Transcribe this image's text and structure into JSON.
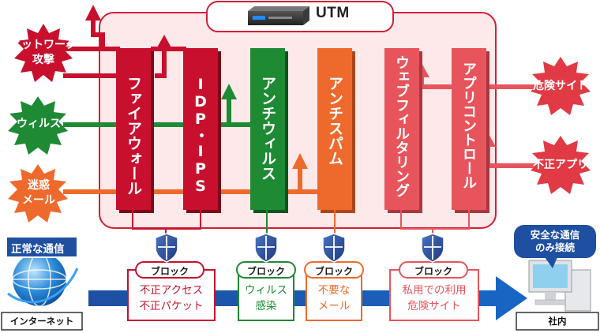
{
  "utm": {
    "title": "UTM"
  },
  "threats_left": [
    {
      "label": "ネットワーク\n攻撃",
      "color": "#c8102e"
    },
    {
      "label": "ウィルス",
      "color": "#1e8a34"
    },
    {
      "label": "迷惑\nメール",
      "color": "#ee6a2c"
    }
  ],
  "threats_right": [
    {
      "label": "危険サイト",
      "color": "#e23a45"
    },
    {
      "label": "不正アプリ",
      "color": "#e23a45"
    }
  ],
  "modules": [
    {
      "label": "ファイアウォール",
      "color": "#c8102e"
    },
    {
      "label": "IDP・IPS",
      "color": "#c8102e"
    },
    {
      "label": "アンチウィルス",
      "color": "#1e8a34"
    },
    {
      "label": "アンチスパム",
      "color": "#ee6a2c"
    },
    {
      "label": "ウェブフィルタリング",
      "color": "#e8545c"
    },
    {
      "label": "アプリコントロール",
      "color": "#e8545c"
    }
  ],
  "blocks": [
    {
      "label": "ブロック",
      "result": "不正アクセス\n不正パケット",
      "color": "#c8102e"
    },
    {
      "label": "ブロック",
      "result": "ウィルス\n感染",
      "color": "#1e8a34"
    },
    {
      "label": "ブロック",
      "result": "不要な\nメール",
      "color": "#ee6a2c"
    },
    {
      "label": "ブロック",
      "result": "私用での利用\n危険サイト",
      "color": "#e8545c"
    }
  ],
  "internet": {
    "caption": "インターネット",
    "normal_comm": "正常な通信"
  },
  "office": {
    "caption": "社内",
    "bubble": "安全な通信\nのみ接続"
  }
}
